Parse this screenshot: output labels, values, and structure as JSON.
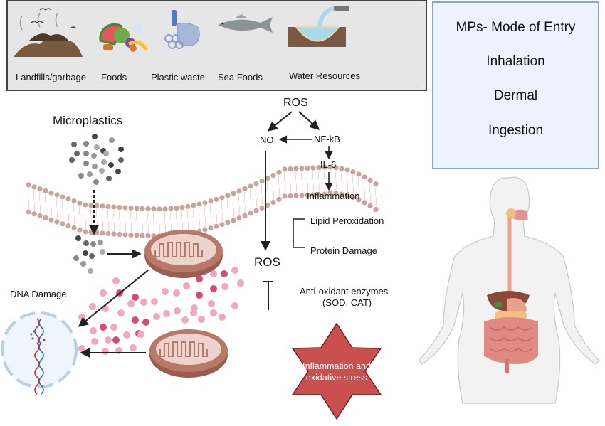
{
  "sources": {
    "items": [
      {
        "label": "Landfills/garbage",
        "icon": "landfill-icon"
      },
      {
        "label": "Foods",
        "icon": "food-icon"
      },
      {
        "label": "Plastic waste",
        "icon": "plastic-waste-icon"
      },
      {
        "label": "Sea Foods",
        "icon": "fish-icon"
      },
      {
        "label": "Water Resources",
        "icon": "water-pipe-icon"
      }
    ]
  },
  "entry": {
    "title": "MPs- Mode of Entry",
    "routes": [
      "Inhalation",
      "Dermal",
      "Ingestion"
    ]
  },
  "pathway": {
    "microplastics": "Microplastics",
    "ros_top": "ROS",
    "no": "NO",
    "nfkb": "NF-kB",
    "il6": "IL-6",
    "inflammation": "Inflammation",
    "lipid": "Lipid Peroxidation",
    "protein": "Protein Damage",
    "ros_mid": "ROS",
    "antioxidant_line1": "Anti-oxidant enzymes",
    "antioxidant_line2": "(SOD, CAT)",
    "dna_damage": "DNA Damage",
    "star_line1": "Inflammation and",
    "star_line2": "oxidative stress"
  },
  "colors": {
    "membrane_head": "#c9a3a0",
    "membrane_tail": "#f0c4c4",
    "star_fill": "#c9504f",
    "star_stroke": "#7a1c1c",
    "ros_dark": "#d94a72",
    "ros_light": "#f2a8bc",
    "mito_outer": "#b77a6a",
    "mito_inner": "#ecd3cc",
    "entry_bg": "#edf3fc",
    "entry_border": "#8aa6d4"
  }
}
